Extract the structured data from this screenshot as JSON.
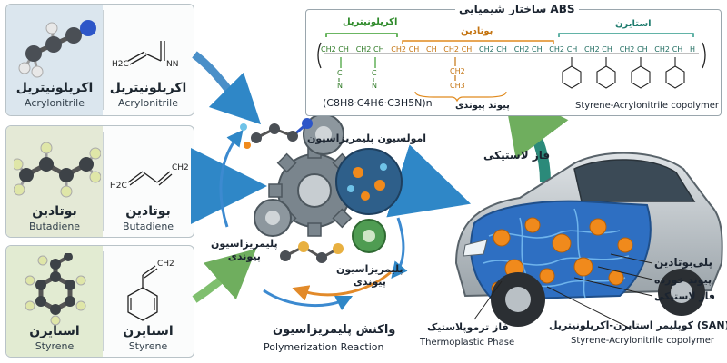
{
  "monomers": [
    {
      "name_fa": "اکریلونیتریل",
      "name_en": "Acrylonitrile",
      "struct_name_fa": "اکریلونیتریل",
      "struct_name_en": "Acrylonitrile",
      "bg": "#dfe8ee"
    },
    {
      "name_fa": "بوتادین",
      "name_en": "Butadiene",
      "struct_name_fa": "بوتادین",
      "struct_name_en": "Butadiene",
      "bg": "#e6ead8"
    },
    {
      "name_fa": "استایرن",
      "name_en": "Styrene",
      "struct_name_fa": "استایرن",
      "struct_name_en": "Styrene",
      "bg": "#e4edd4"
    }
  ],
  "formula_atoms": {
    "h2c": "H2C",
    "nn": "NN",
    "ch2": "CH2",
    "h2c_b": "H2C",
    "ch2_s": "CH2"
  },
  "structure": {
    "title": "ساختار شیمیایی ABS",
    "segment_acrylonitrile": "اکریلونیتریل",
    "segment_butadiene": "بوتادین",
    "segment_styrene": "استایرن",
    "formula": "(C8H8·C4H6·C3H5N)n",
    "graft_label": "پیوند پیوندی",
    "copolymer_label": "Styrene-Acrylonitrile copolymer",
    "chain_atoms": [
      "CH2",
      "CH",
      "CH2",
      "CH",
      "CH2",
      "CH",
      "CH",
      "CH2",
      "CH",
      "CH2",
      "CH",
      "CH2",
      "CH",
      "CH2",
      "CH",
      "CH2",
      "CH",
      "CH2",
      "CH",
      "CH2",
      "CH",
      "H"
    ],
    "cn_labels": [
      "C",
      "N",
      "C",
      "N"
    ],
    "branch_atoms": [
      "CH2",
      "CH3"
    ]
  },
  "process": {
    "emulsion": "امولسیون پلیمریزاسیون",
    "graft1": "پلیمریزاسیون\nپیوندی",
    "graft2": "پلیمریزاسیون\nپیوندی",
    "reaction_fa": "واکنش پلیمریزاسیون",
    "reaction_en": "Polymerization Reaction"
  },
  "car": {
    "rubber_phase": "فاز لاستیکی",
    "polybutadiene": "پلی‌بوتادین",
    "grafted": "پیوند خورده",
    "rubber_phase2": "فاز لاستیکی",
    "san": "کوپلیمر استایرن-اکریلونیتریل (SAN)",
    "san_en": "Styrene-Acrylonitrile copolymer",
    "thermo_fa": "فاز ترموپلاستیک",
    "thermo_en": "Thermoplastic Phase"
  },
  "colors": {
    "acrylonitrile": "#3a9d2e",
    "butadiene": "#e08a1e",
    "styrene": "#2e9a8a",
    "rubber_particle": "#f08a1c",
    "matrix": "#2e7fd6",
    "gear": "#6b7780"
  }
}
